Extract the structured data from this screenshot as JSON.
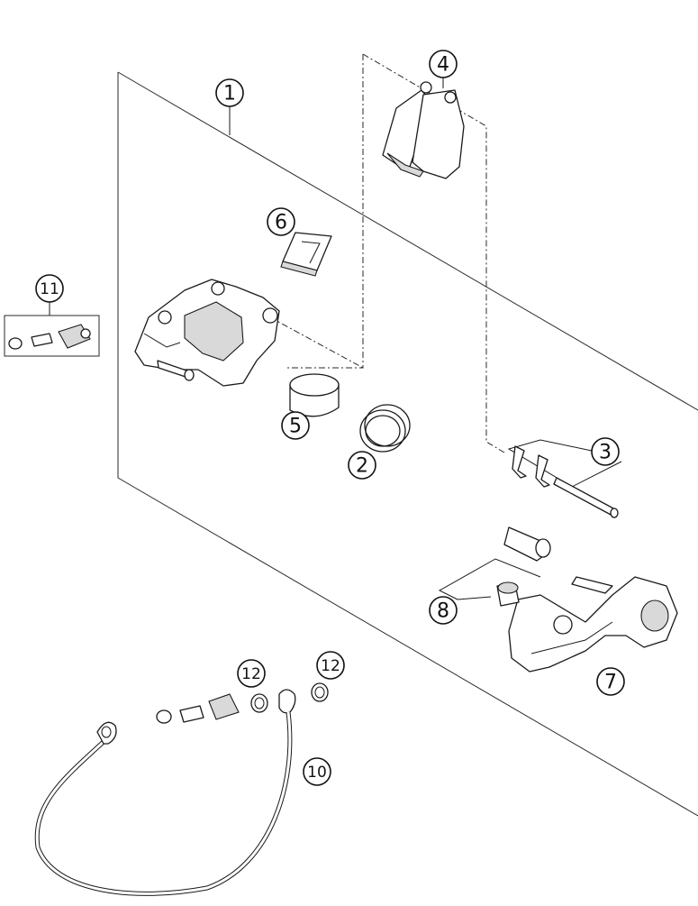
{
  "callouts": {
    "c1": "1",
    "c2": "2",
    "c3": "3",
    "c4": "4",
    "c5": "5",
    "c6": "6",
    "c7": "7",
    "c8": "8",
    "c10": "10",
    "c11": "11",
    "c12a": "12",
    "c12b": "12"
  }
}
